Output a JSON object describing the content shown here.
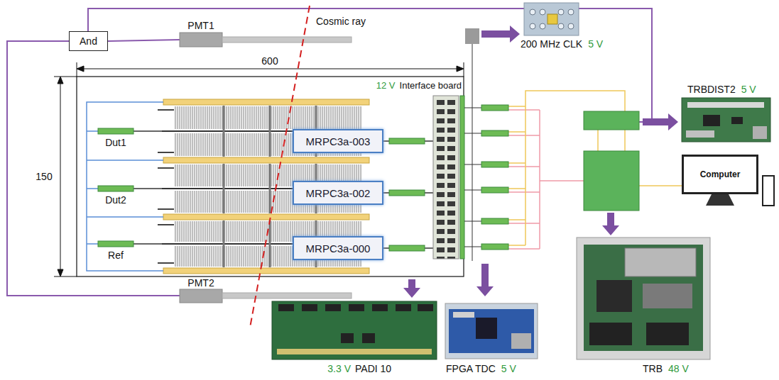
{
  "diagram": {
    "nodes": [
      {
        "text": [
          "And"
        ]
      },
      {
        "text": [
          "MRPC3a-003"
        ]
      },
      {
        "text": [
          "MRPC3a-002"
        ]
      },
      {
        "text": [
          "MRPC3a-000"
        ]
      },
      {
        "text": [
          "Computer"
        ]
      }
    ],
    "labels": [
      "PMT1",
      "Cosmic ray",
      "600",
      "150",
      "12 V",
      "Interface board",
      "Dut1",
      "Dut2",
      "Ref",
      "PMT2",
      "200 MHz CLK",
      "5 V",
      "TRBDIST2",
      "5 V",
      "3.3 V",
      "PADI 10",
      "FPGA TDC",
      "5 V",
      "TRB",
      "48 V"
    ]
  }
}
